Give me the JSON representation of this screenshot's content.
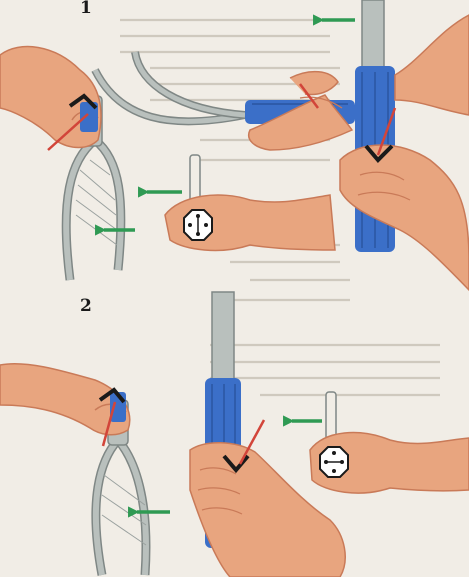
{
  "figures": [
    {
      "number": "1"
    },
    {
      "number": "2"
    }
  ],
  "colors": {
    "background": "#f1ede6",
    "skin": "#e8a57f",
    "skin_shadow": "#c97a58",
    "grip": "#3b6fc8",
    "grip_dark": "#2a559f",
    "frame": "#b9c0bd",
    "frame_dark": "#7f8785",
    "arrow_green": "#2f9a53",
    "arrow_red": "#d2453a",
    "marker": "#1a1a1a",
    "faint_text": "#c9c3b8"
  },
  "icons": {
    "arrow": "green-direction-arrow",
    "pointer": "red-pointer-line",
    "marker": "black-v-marker",
    "cross_section": "octagonal-handle-section"
  }
}
